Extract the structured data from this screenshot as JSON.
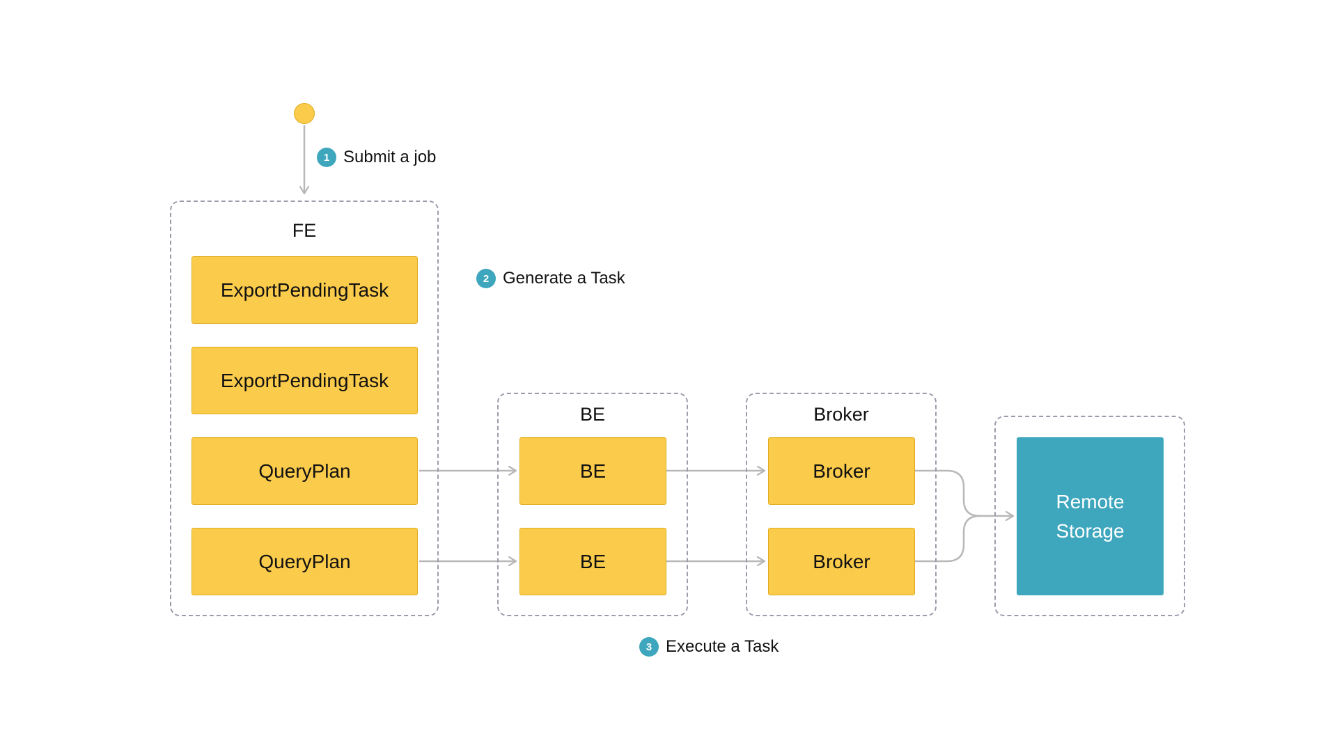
{
  "steps": [
    {
      "number": "1",
      "label": "Submit a job"
    },
    {
      "number": "2",
      "label": "Generate a Task"
    },
    {
      "number": "3",
      "label": "Execute a Task"
    }
  ],
  "fe": {
    "title": "FE",
    "tasks": [
      "ExportPendingTask",
      "ExportPendingTask",
      "QueryPlan",
      "QueryPlan"
    ]
  },
  "be": {
    "title": "BE",
    "nodes": [
      "BE",
      "BE"
    ]
  },
  "broker": {
    "title": "Broker",
    "nodes": [
      "Broker",
      "Broker"
    ]
  },
  "remote_storage": {
    "line1": "Remote",
    "line2": "Storage"
  },
  "colors": {
    "task_fill": "#fbcb4b",
    "storage_fill": "#3ea7bd",
    "step_badge": "#3ea7bd",
    "connector": "#b8b8b8",
    "group_border": "#9a9caa"
  }
}
